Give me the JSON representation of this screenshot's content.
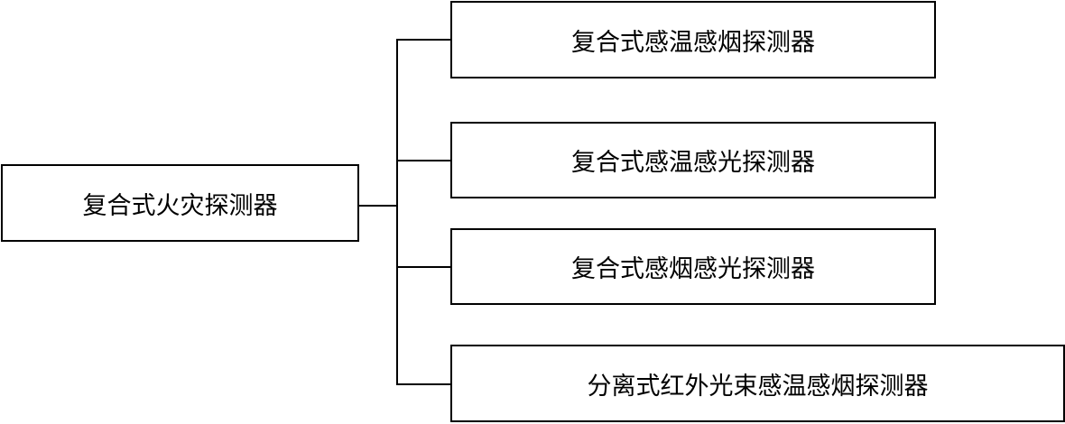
{
  "root": {
    "label": "复合式火灾探测器"
  },
  "children": [
    {
      "label": "复合式感温感烟探测器"
    },
    {
      "label": "复合式感温感光探测器"
    },
    {
      "label": "复合式感烟感光探测器"
    },
    {
      "label": "分离式红外光束感温感烟探测器"
    }
  ]
}
